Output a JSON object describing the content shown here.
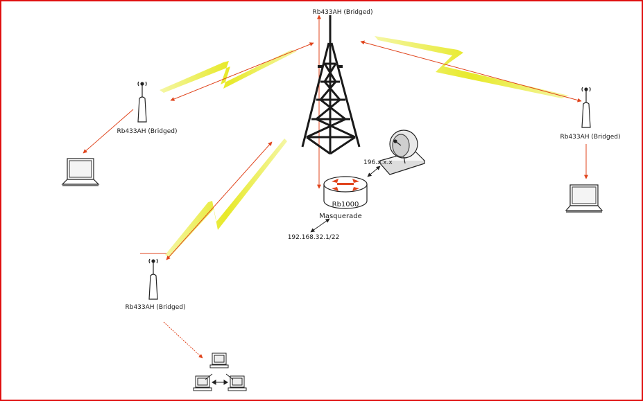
{
  "labels": {
    "tower": "Rb433AH (Bridged)",
    "left_node": "Rb433AH (Bridged)",
    "right_node": "Rb433AH (Bridged)",
    "bottom_node": "Rb433AH (Bridged)",
    "router_model": "Rb1000",
    "router_mode": "Masquerade",
    "router_subnet": "192.168.32.1/22",
    "dish_ip": "196.x.x.x"
  },
  "colors": {
    "frame": "#e01010",
    "arrow": "#e0441c",
    "bolt": "#eaec2a",
    "device": "#333333"
  },
  "icons": {
    "tower": "radio-tower-icon",
    "antenna": "wireless-antenna-icon",
    "router": "router-icon",
    "dish": "satellite-dish-icon",
    "laptop": "laptop-icon",
    "lan": "lan-network-icon"
  }
}
